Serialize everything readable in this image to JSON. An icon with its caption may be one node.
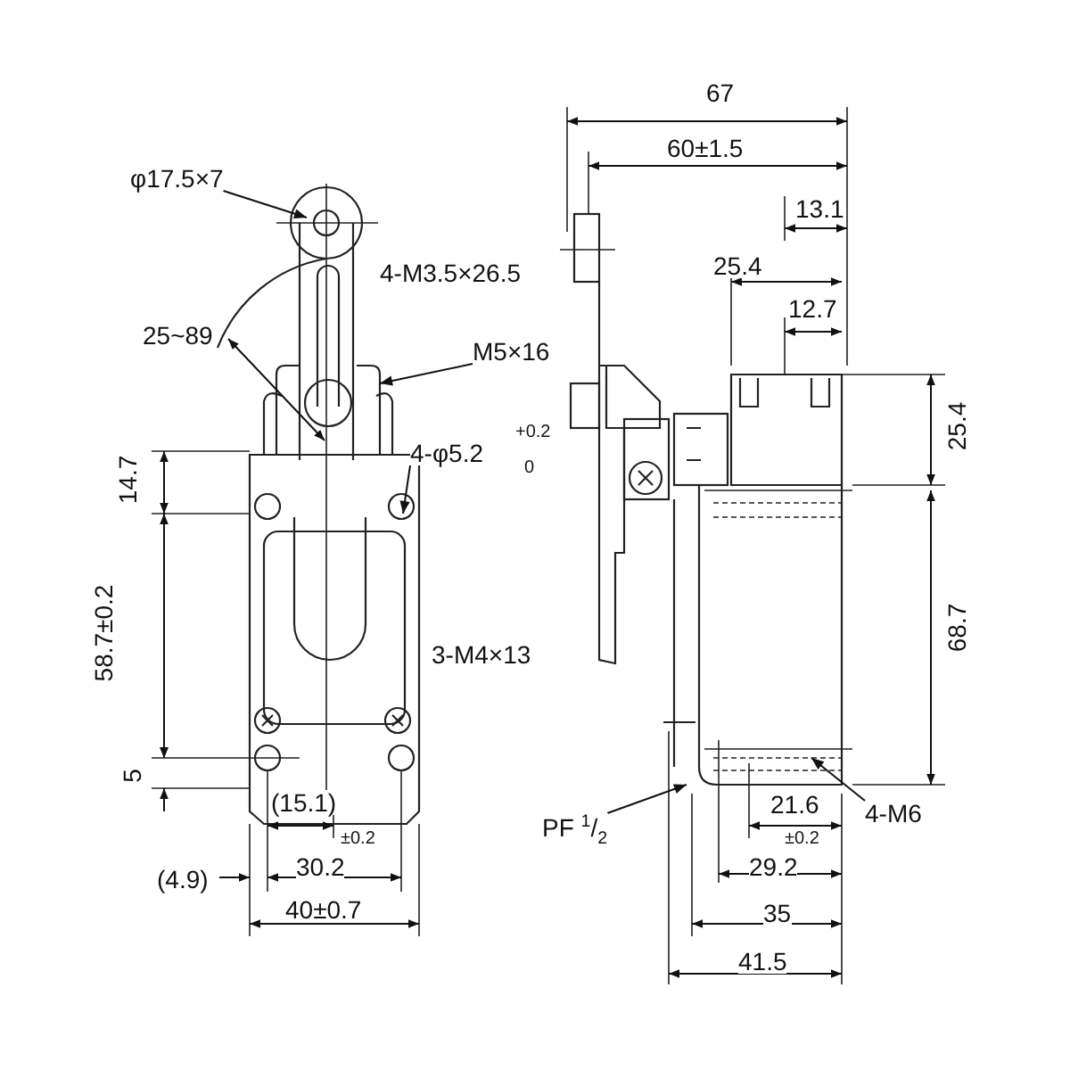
{
  "diagram": {
    "nodes": [
      {
        "text": [
          "φ17.5×7"
        ]
      },
      {
        "text": [
          "M5×16"
        ]
      },
      {
        "text": [
          "4-φ5.2"
        ]
      },
      {
        "text": [
          "PF $^{1}$/$_{2}$"
        ]
      },
      {
        "text": [
          "4-M6"
        ]
      }
    ],
    "edges": [
      {
        "from": 0,
        "to": null,
        "arrow": "to"
      },
      {
        "from": 1,
        "to": null,
        "arrow": "to"
      },
      {
        "from": 2,
        "to": null,
        "arrow": "to"
      },
      {
        "from": 3,
        "to": null,
        "arrow": "to"
      },
      {
        "from": 4,
        "to": null,
        "arrow": "to"
      }
    ],
    "labels": [
      "4-M3.5×26.5",
      "25~89",
      "+0.2",
      "0",
      "14.7",
      "58.7±0.2",
      "3-M4×13",
      "5",
      "(15.1)",
      "±0.2",
      "30.2",
      "(4.9)",
      "40±0.7",
      "67",
      "60±1.5",
      "13.1",
      "25.4",
      "12.7",
      "25.4",
      "68.7",
      "21.6",
      "±0.2",
      "29.2",
      "35",
      "41.5"
    ]
  }
}
